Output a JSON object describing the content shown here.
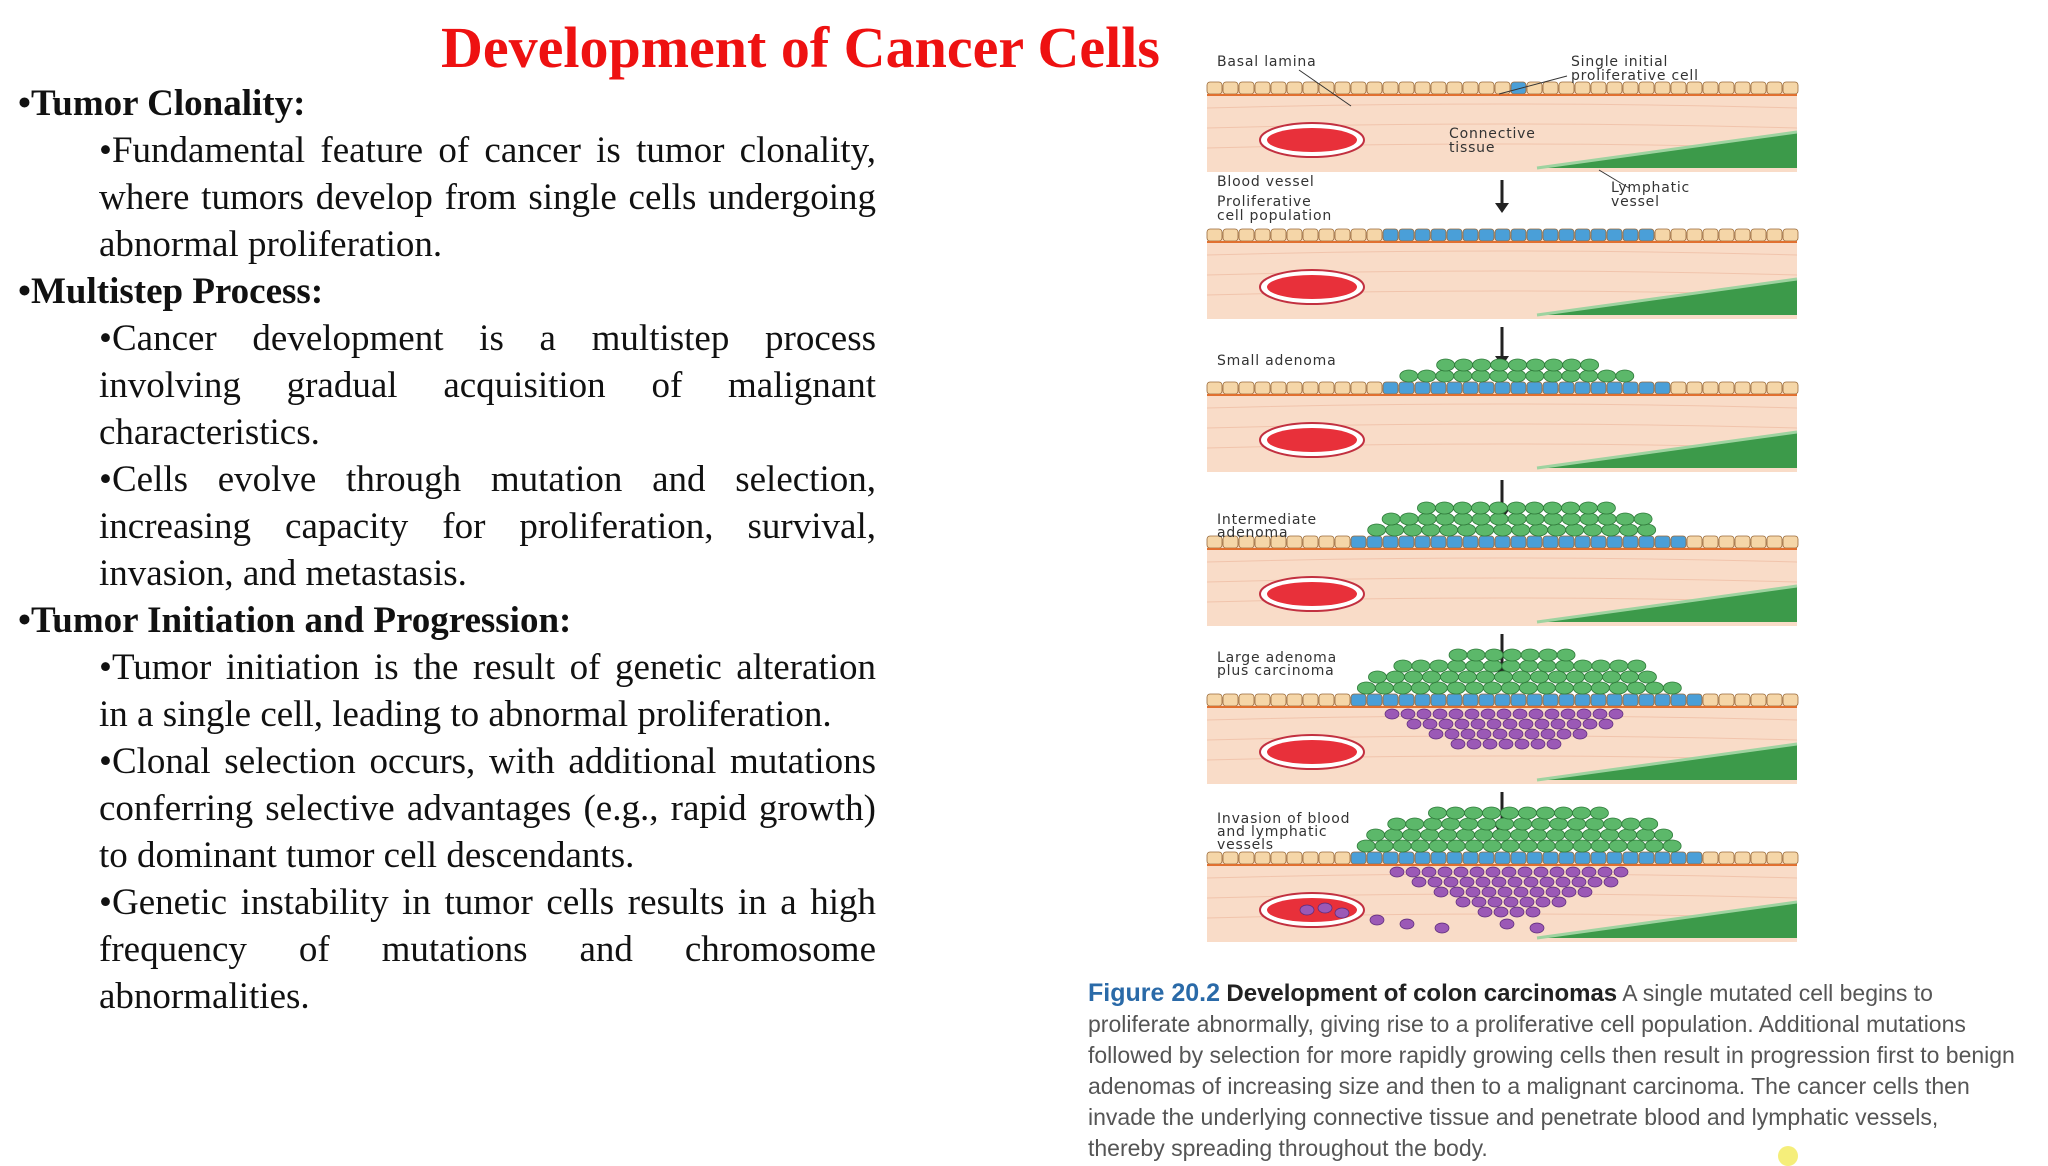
{
  "title": "Development of Cancer Cells",
  "sections": [
    {
      "heading": "Tumor Clonality:",
      "points": [
        "Fundamental feature of cancer is tumor clonality, where tumors develop from single cells undergoing abnormal proliferation."
      ]
    },
    {
      "heading": "Multistep Process:",
      "points": [
        "Cancer development is a multistep process involving gradual acquisition of malignant characteristics.",
        "Cells evolve through mutation and selection, increasing capacity for proliferation, survival, invasion, and metastasis."
      ]
    },
    {
      "heading": "Tumor Initiation and Progression:",
      "points": [
        "Tumor initiation is the result of genetic alteration in a single cell, leading to abnormal proliferation.",
        "Clonal selection occurs, with additional mutations conferring selective advantages (e.g., rapid growth) to dominant tumor cell descendants.",
        "Genetic instability in tumor cells results in a high frequency of mutations and chromosome abnormalities."
      ]
    }
  ],
  "figure": {
    "labels": {
      "basal_lamina": "Basal lamina",
      "single_cell_1": "Single initial",
      "single_cell_2": "proliferative cell",
      "connective_1": "Connective",
      "connective_2": "tissue",
      "blood_vessel": "Blood vessel",
      "lymphatic_1": "Lymphatic",
      "lymphatic_2": "vessel",
      "prolif_pop_1": "Proliferative",
      "prolif_pop_2": "cell population",
      "small_adenoma": "Small adenoma",
      "intermediate_1": "Intermediate",
      "intermediate_2": "adenoma",
      "large_1": "Large adenoma",
      "large_2": "plus carcinoma",
      "invasion_1": "Invasion of blood",
      "invasion_2": "and lymphatic",
      "invasion_3": "vessels"
    },
    "colors": {
      "normal_cell": "#f5d6a8",
      "proliferative_cell": "#4a9fd8",
      "adenoma_cell": "#5cb86a",
      "carcinoma_cell": "#9b59b6",
      "blood_vessel": "#e8303a",
      "lymphatic_vessel": "#3c9a4a",
      "connective_tissue": "#f9dcc8"
    },
    "caption": {
      "figure_number": "Figure 20.2",
      "figure_title": "Development of colon carcinomas",
      "text": "A single mutated cell begins to proliferate abnormally, giving rise to a proliferative cell population. Additional mutations followed by selection for more rapidly growing cells then result in progression first to benign adenomas of increasing size and then to a malignant carcinoma. The cancer cells then invade the underlying connective tissue and penetrate blood and lymphatic vessels, thereby spreading throughout the body."
    }
  }
}
